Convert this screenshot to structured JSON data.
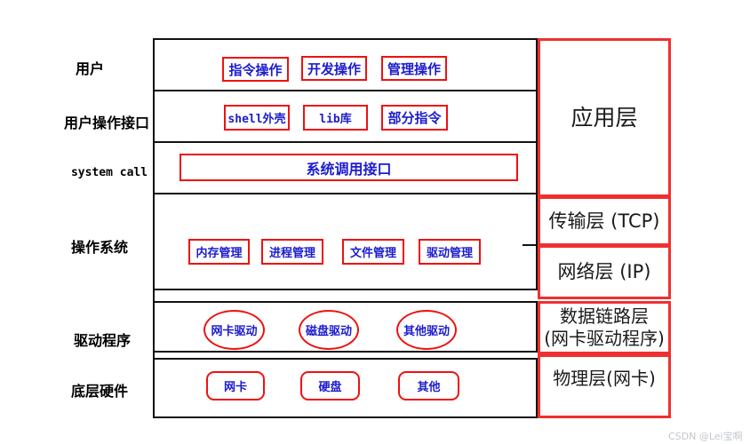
{
  "colors": {
    "box_red": "#ee1111",
    "layer_red": "#f03030",
    "text_blue": "#1c1ccd",
    "ink": "#111111",
    "watermark_gray": "#c3c7cd"
  },
  "left_labels": {
    "user": "用户",
    "user_interface": "用户操作接口",
    "system_call": "system call",
    "os": "操作系统",
    "driver": "驱动程序",
    "hardware": "底层硬件"
  },
  "stack": {
    "user_ops": [
      "指令操作",
      "开发操作",
      "管理操作"
    ],
    "interface_items": [
      "shell外壳",
      "lib库",
      "部分指令"
    ],
    "syscall_interface": "系统调用接口",
    "os_modules": [
      "内存管理",
      "进程管理",
      "文件管理",
      "驱动管理"
    ],
    "drivers": [
      "网卡驱动",
      "磁盘驱动",
      "其他驱动"
    ],
    "hardware_items": [
      "网卡",
      "硬盘",
      "其他"
    ]
  },
  "network_layers": {
    "application": "应用层",
    "transport": "传输层 (TCP)",
    "network": "网络层  (IP)",
    "datalink_line1": "数据链路层",
    "datalink_line2": "(网卡驱动程序)",
    "physical": "物理层(网卡)"
  },
  "watermark": "CSDN @Lei宝啊"
}
